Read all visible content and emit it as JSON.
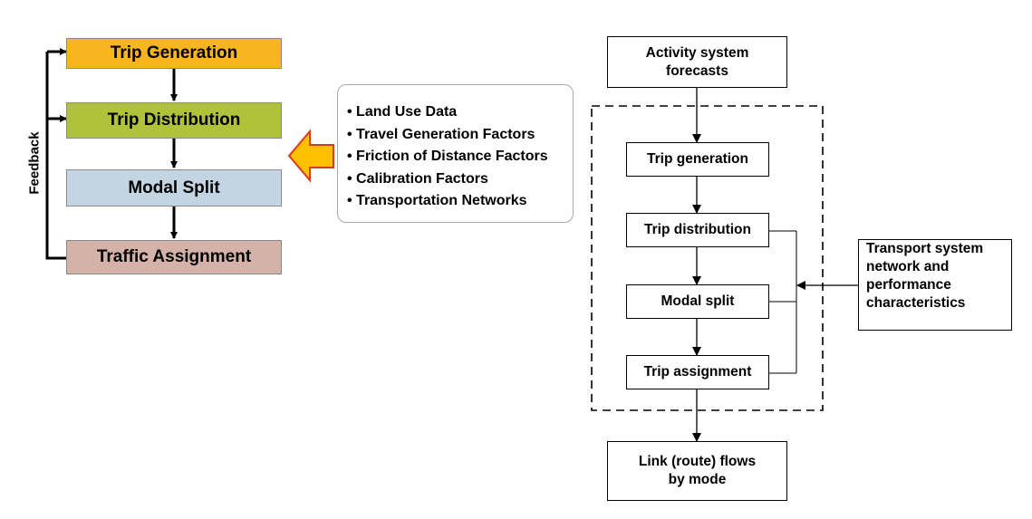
{
  "left_flow": {
    "steps": [
      {
        "label": "Trip Generation",
        "color": "#f7b520"
      },
      {
        "label": "Trip Distribution",
        "color": "#b0c23a"
      },
      {
        "label": "Modal Split",
        "color": "#c3d5e3"
      },
      {
        "label": "Traffic Assignment",
        "color": "#d4b2a8"
      }
    ],
    "feedback_label": "Feedback"
  },
  "inputs": {
    "items": [
      "Land Use Data",
      "Travel Generation Factors",
      "Friction of Distance Factors",
      "Calibration Factors",
      "Transportation Networks"
    ],
    "arrow_fill": "#ffc000",
    "arrow_stroke": "#d83a1e"
  },
  "right_flow": {
    "top": [
      "Activity system",
      "forecasts"
    ],
    "steps": [
      "Trip generation",
      "Trip distribution",
      "Modal split",
      "Trip assignment"
    ],
    "bottom": [
      "Link (route) flows",
      "by mode"
    ],
    "external": [
      "Transport system",
      "network and",
      "performance",
      "characteristics"
    ]
  }
}
